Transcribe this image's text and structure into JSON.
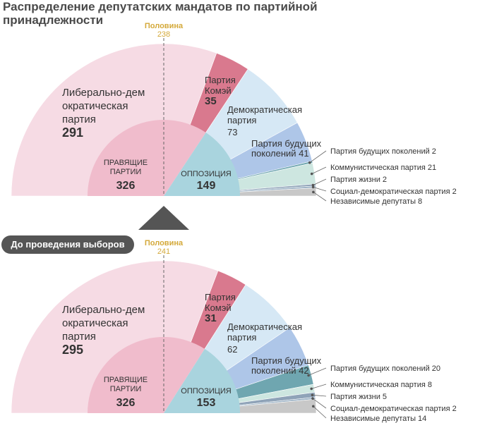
{
  "title": "Распределение депутатских мандатов по партийной принадлежности",
  "before_label": "До проведения выборов",
  "colors": {
    "ldp": "#f6dbe4",
    "ruling": "#f0bccc",
    "komeito": "#d9798e",
    "cdp": "#d6e8f5",
    "opposition": "#a9d4de",
    "dpfp": "#aec6e8",
    "dpfp_small": "#6fa6b0",
    "communist": "#cde6e0",
    "life": "#8fa3b8",
    "sdp": "#9fb4c6",
    "independent": "#c8c8c8",
    "half_line": "#666666",
    "half_text": "#d4a93a"
  },
  "charts": [
    {
      "half_label": "Половина",
      "half_value": "238",
      "outer": [
        {
          "key": "ldp",
          "name": "Либерально-демократическая партия",
          "value": 291
        },
        {
          "key": "komeito",
          "name": "Партия Комэй",
          "value": 35
        },
        {
          "key": "cdp",
          "name": "Демократическая партия",
          "value": 73
        },
        {
          "key": "dpfp",
          "name": "Партия будущих поколений",
          "value": 41
        },
        {
          "key": "dpfp_small",
          "name": "Партия будущих поколений",
          "value": 2
        },
        {
          "key": "communist",
          "name": "Коммунистическая партия",
          "value": 21
        },
        {
          "key": "life",
          "name": "Партия жизни",
          "value": 2
        },
        {
          "key": "sdp",
          "name": "Социал-демократическая партия",
          "value": 2
        },
        {
          "key": "independent",
          "name": "Независимые депутаты",
          "value": 8
        }
      ],
      "inner": [
        {
          "key": "ruling",
          "name_lines": [
            "ПРАВЯЩИЕ",
            "ПАРТИИ"
          ],
          "value": 326
        },
        {
          "key": "opposition",
          "name_lines": [
            "ОППОЗИЦИЯ"
          ],
          "value": 149
        }
      ],
      "labels": {
        "ldp": {
          "lines": [
            "Либерально-дем",
            "ократическая",
            "партия"
          ],
          "value": "291"
        },
        "komeito": {
          "lines": [
            "Партия",
            "Комэй"
          ],
          "value": "35"
        },
        "cdp": {
          "lines": [
            "Демократическая",
            "партия"
          ],
          "value": "73"
        },
        "dpfp": {
          "lines": [
            "Партия будущих",
            "поколений 41"
          ]
        }
      },
      "side_labels": [
        "Партия будущих поколений 2",
        "Коммунистическая партия 21",
        "Партия жизни 2",
        "Социал-демократическая партия 2",
        "Независимые депутаты 8"
      ]
    },
    {
      "half_label": "Половина",
      "half_value": "241",
      "outer": [
        {
          "key": "ldp",
          "name": "Либерально-демократическая партия",
          "value": 295
        },
        {
          "key": "komeito",
          "name": "Партия Комэй",
          "value": 31
        },
        {
          "key": "cdp",
          "name": "Демократическая партия",
          "value": 62
        },
        {
          "key": "dpfp",
          "name": "Партия будущих поколений",
          "value": 42
        },
        {
          "key": "dpfp_small",
          "name": "Партия будущих поколений",
          "value": 20
        },
        {
          "key": "communist",
          "name": "Коммунистическая партия",
          "value": 8
        },
        {
          "key": "life",
          "name": "Партия жизни",
          "value": 5
        },
        {
          "key": "sdp",
          "name": "Социал-демократическая партия",
          "value": 2
        },
        {
          "key": "independent",
          "name": "Независимые депутаты",
          "value": 14
        }
      ],
      "inner": [
        {
          "key": "ruling",
          "name_lines": [
            "ПРАВЯЩИЕ",
            "ПАРТИИ"
          ],
          "value": 326
        },
        {
          "key": "opposition",
          "name_lines": [
            "ОППОЗИЦИЯ"
          ],
          "value": 153
        }
      ],
      "labels": {
        "ldp": {
          "lines": [
            "Либерально-дем",
            "ократическая",
            "партия"
          ],
          "value": "295"
        },
        "komeito": {
          "lines": [
            "Партия",
            "Комэй"
          ],
          "value": "31"
        },
        "cdp": {
          "lines": [
            "Демократическая",
            "партия"
          ],
          "value": "62"
        },
        "dpfp": {
          "lines": [
            "Партия будущих",
            "поколений 42"
          ]
        }
      },
      "side_labels": [
        "Партия будущих поколений 20",
        "Коммунистическая партия 8",
        "Партия жизни 5",
        "Социал-демократическая партия 2",
        "Независимые депутаты 14"
      ]
    }
  ]
}
